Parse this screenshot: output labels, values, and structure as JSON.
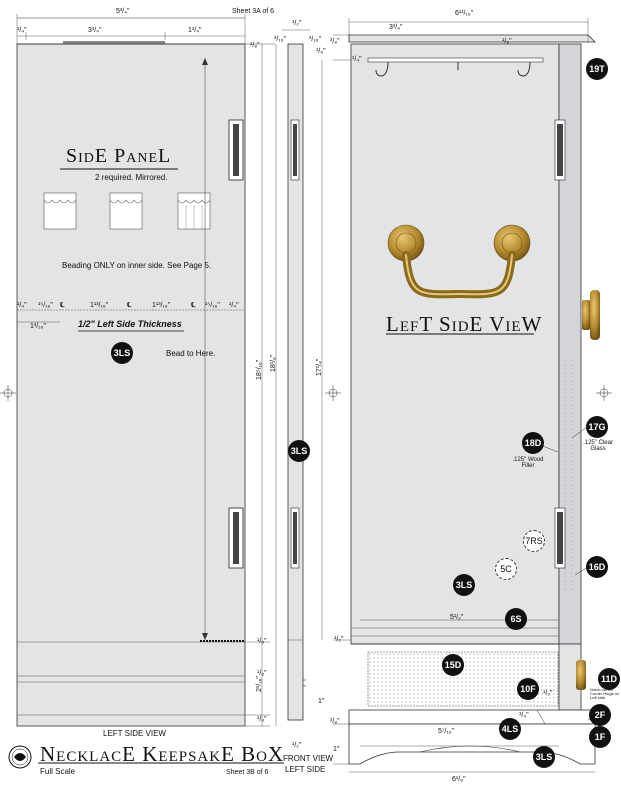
{
  "sheet_top": "Sheet 3A of 6",
  "sheet_bottom": "Sheet 3B of 6",
  "project_title": "NecklacE KeepsakE BoX",
  "scale": "Full Scale",
  "side_panel": {
    "title": "SidE PaneL",
    "subtitle": "2 required. Mirrored.",
    "beading_note": "Beading ONLY on inner side. See Page 5.",
    "thickness_label": "1/2\" Left Side Thickness",
    "bead_note": "Bead to Here.",
    "view_label": "LEFT SIDE VIEW",
    "part_badge": "3LS"
  },
  "front_view": {
    "label_line1": "FRONT VIEW",
    "label_line2": "LEFT SIDE",
    "part_badge": "3LS"
  },
  "left_side_view": {
    "title": "LefT SidE VieW",
    "wood_filler": ".125\" Wood Filler",
    "clear_glass": ".125\" Clear Glass",
    "hinge_note": "Notch out for Corner Hinge on Left side"
  },
  "badges": [
    "19T",
    "17G",
    "18D",
    "7RS",
    "5C",
    "3LS",
    "16D",
    "6S",
    "15D",
    "11D",
    "10F",
    "2F",
    "4LS",
    "1F",
    "3LS"
  ],
  "dimensions": {
    "panel_width": "5³/₄\"",
    "top_left": "¹/₄\"",
    "top_mid": "3³/₄\"",
    "top_right": "1³/₄\"",
    "top_edge": "¹/₈\"",
    "bead_row": [
      "¹/₄\"",
      "¹⁵/₁₆\"",
      "℄",
      "1¹³/₁₆\"",
      "℄",
      "1¹³/₁₆\"",
      "℄",
      "¹⁵/₁₆\"",
      "¹/₄\""
    ],
    "bead_sub": "1³/₁₆\"",
    "front_half": "¹/₂\"",
    "front_left": "³/₁₆\"",
    "front_right": "³/₁₆\"",
    "front_bot": "¹/₈\"",
    "height_1": "18⁵/₁₆\"",
    "height_2": "18¹/₈\"",
    "height_3": "17¹/₄\"",
    "bottom_eighth_1": "¹/₈\"",
    "bottom_2_1_16": "2¹/₁₆\"",
    "bottom_eighth_2": "¹/₈\"",
    "bottom_eighth_3": "¹/₈\"",
    "front_1in": "1\"",
    "front_bottom_half": "¹/₂\"",
    "lsv_width": "6¹¹/₁₆\"",
    "lsv_3_4": "3³/₄\"",
    "lsv_1_8": "¹/₈\"",
    "lsv_3_8": "³/₈\"",
    "lsv_1_4": "¹/₄\"",
    "lsv_5_half": "5¹/₂\"",
    "lsv_half": "¹/₂\"",
    "lsv_5_7_16": "5⁷/₁₆\"",
    "lsv_quarter": "¹/₄\"",
    "lsv_1_2b": "¹/₂\"",
    "lsv_bottom": "6¹/₈\"",
    "lsv_3_8b": "³/₈\"",
    "lsv_1in": "1\""
  },
  "colors": {
    "panel": "#e3e4e6",
    "brass": "#b48a2e",
    "ink": "#111111"
  }
}
